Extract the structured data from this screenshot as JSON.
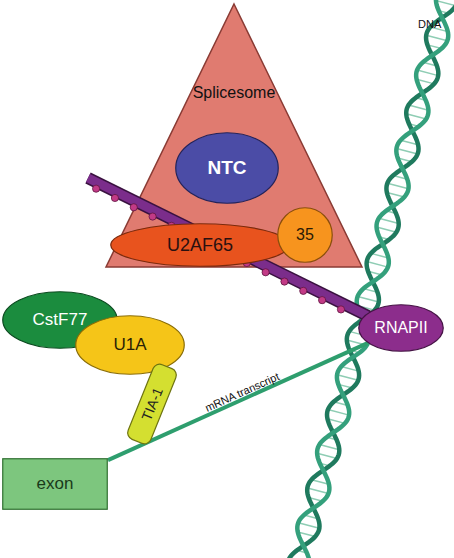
{
  "diagram": {
    "nodes": [
      {
        "text": [
          "Splicesome"
        ]
      },
      {
        "text": [
          "NTC"
        ],
        "in": 0
      },
      {
        "text": [
          "U2AF65"
        ],
        "in": 0
      },
      {
        "text": [
          "35"
        ],
        "in": 0
      },
      {
        "text": [
          "RNAPII"
        ]
      },
      {
        "text": [
          "CstF77"
        ]
      },
      {
        "text": [
          "U1A"
        ]
      },
      {
        "text": [
          "TIA-1"
        ]
      },
      {
        "text": [
          "exon"
        ]
      }
    ],
    "edges": [
      {
        "from": 4,
        "to": 8,
        "label": "mRNA transcript",
        "arrow": "none"
      }
    ],
    "labels": [
      "DNA"
    ]
  }
}
